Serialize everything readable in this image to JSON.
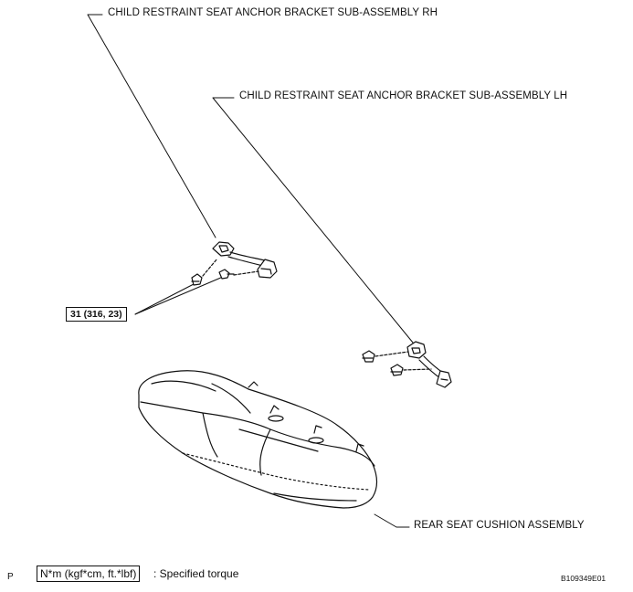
{
  "labels": {
    "bracket_rh": "CHILD RESTRAINT SEAT ANCHOR BRACKET SUB-ASSEMBLY RH",
    "bracket_lh": "CHILD RESTRAINT SEAT ANCHOR BRACKET SUB-ASSEMBLY LH",
    "rear_seat_cushion": "REAR SEAT CUSHION ASSEMBLY",
    "torque_value": "31 (316, 23)"
  },
  "legend": {
    "prefix": "P",
    "units_box": "N*m (kgf*cm, ft.*lbf)",
    "description": ": Specified torque"
  },
  "figure_id": "B109349E01"
}
